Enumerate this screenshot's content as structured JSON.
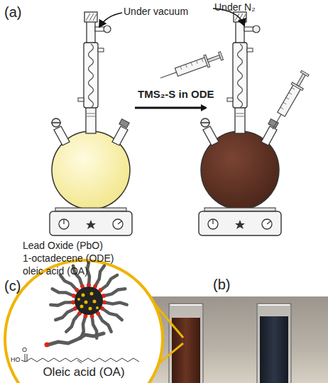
{
  "diagram": {
    "nodes": [
      {
        "text": [
          "Oleic acid (OA)"
        ]
      }
    ],
    "labels": [
      "(a)",
      "Under vacuum",
      "Under N₂",
      "TMS₂-S in ODE",
      "Lead Oxide (PbO)",
      "1-octadecene (ODE)",
      "oleic acid (OA)",
      "(b)",
      "(c)",
      "HO",
      "O"
    ]
  }
}
